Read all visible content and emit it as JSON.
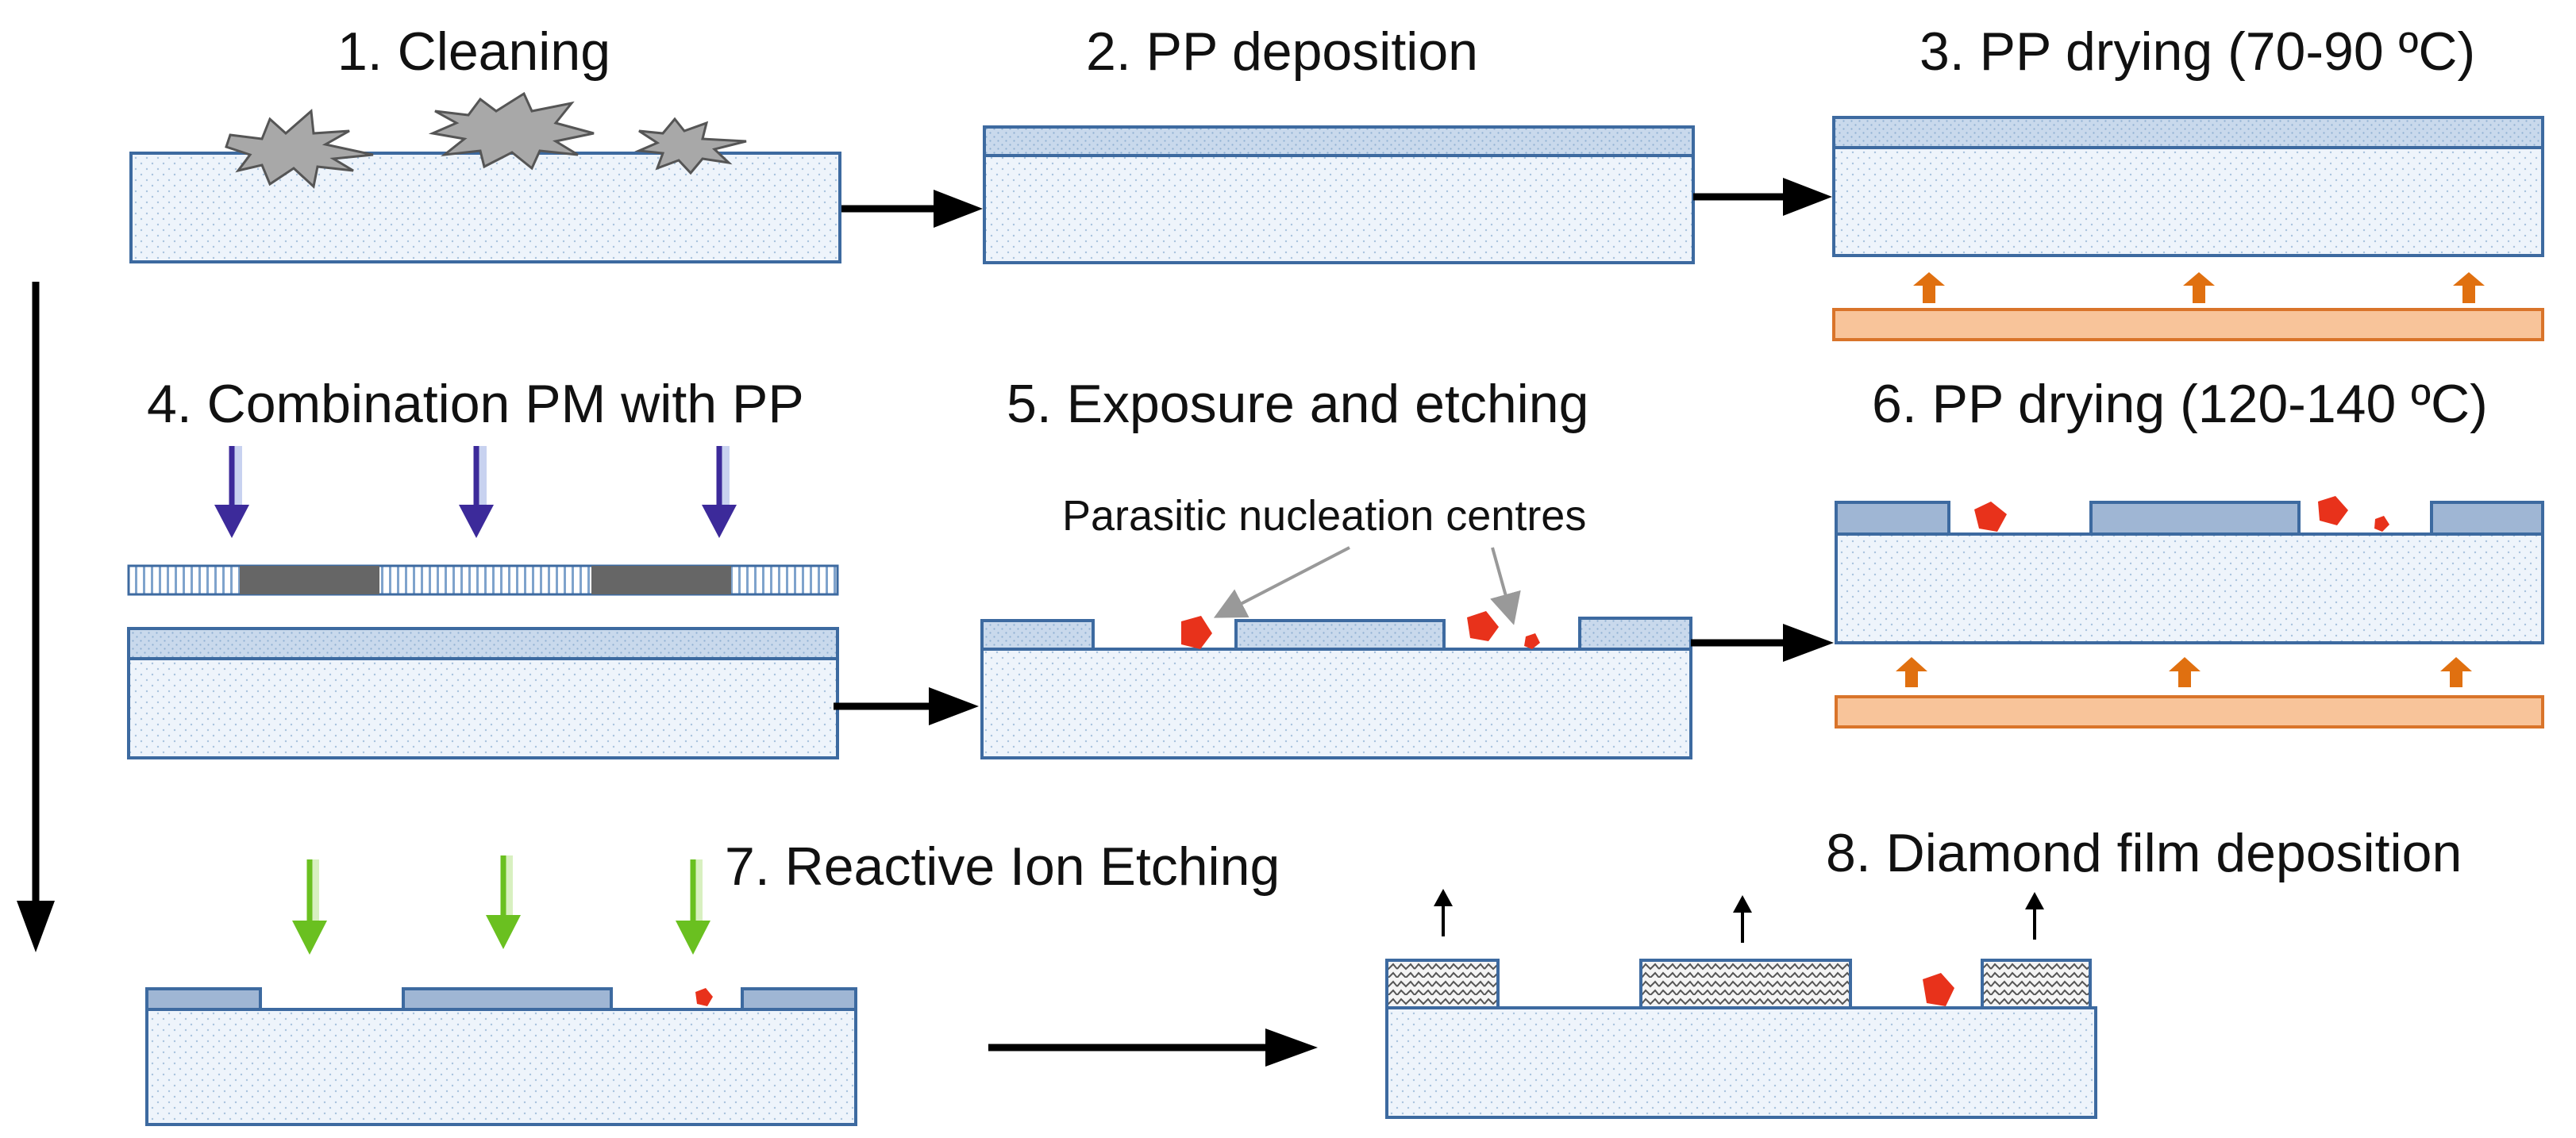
{
  "steps": {
    "s1": "1. Cleaning",
    "s2": "2. PP deposition",
    "s3": "3. PP drying (70-90 ºC)",
    "s4": "4. Combination PM with PP",
    "s5": "5. Exposure and etching",
    "s6": "6. PP drying (120-140 ºC)",
    "s7": "7. Reactive Ion Etching",
    "s8": "8. Diamond film deposition"
  },
  "annotation": "Parasitic nucleation centres",
  "colors": {
    "substrate_fill": "#eef4fb",
    "outline": "#3d6aa0",
    "photoresist": "#c9d9ec",
    "photoresist_dried": "#9fb6d4",
    "heater": "#f8c49a",
    "heater_outline": "#d9742a",
    "heat_arrow": "#e07010",
    "uv_arrow": "#3c2a9a",
    "rie_arrow": "#6ac020",
    "particle": "#e8321b",
    "dirt": "#a8a8a8",
    "mask_dark": "#666666",
    "arrow": "#000000"
  },
  "icons": {
    "dirt": "contamination-particle-icon",
    "uv": "uv-exposure-arrow-icon",
    "heat": "heat-arrow-icon",
    "ion": "ion-beam-arrow-icon",
    "growth": "growth-arrow-icon",
    "nucleus": "parasitic-nucleus-icon"
  }
}
